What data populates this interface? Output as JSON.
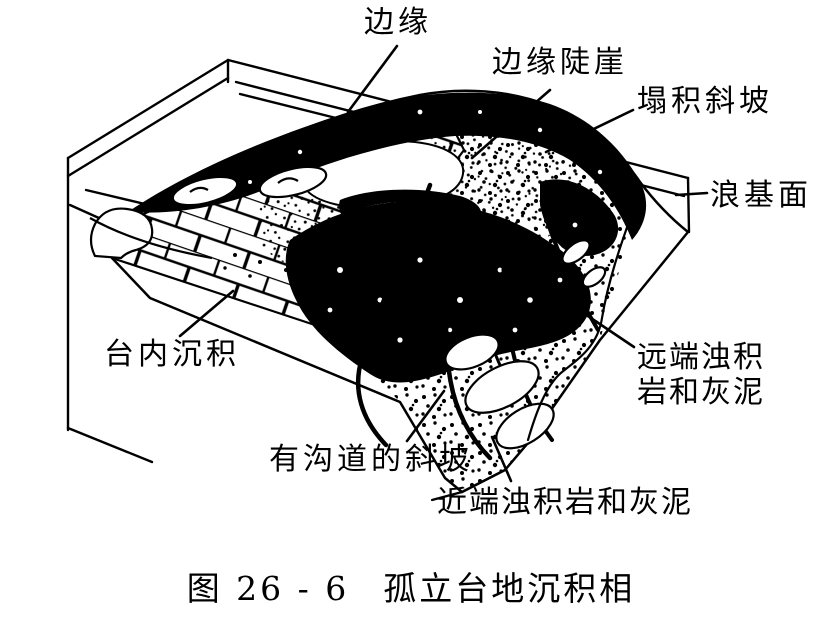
{
  "diagram": {
    "labels": {
      "margin": "边缘",
      "marginal_escarpment": "边缘陡崖",
      "slump_slope": "塌积斜坡",
      "wave_base": "浪基面",
      "intraplatform_deposits": "台内沉积",
      "distal_turbidites_line1": "远端浊积",
      "distal_turbidites_line2": "岩和灰泥",
      "channeled_slope": "有沟道的斜坡",
      "proximal_turbidites": "近端浊积岩和灰泥"
    },
    "caption": {
      "figure_number": "图 26 - 6",
      "title": "孤立台地沉积相"
    },
    "colors": {
      "ink": "#000000",
      "paper": "#ffffff"
    }
  }
}
